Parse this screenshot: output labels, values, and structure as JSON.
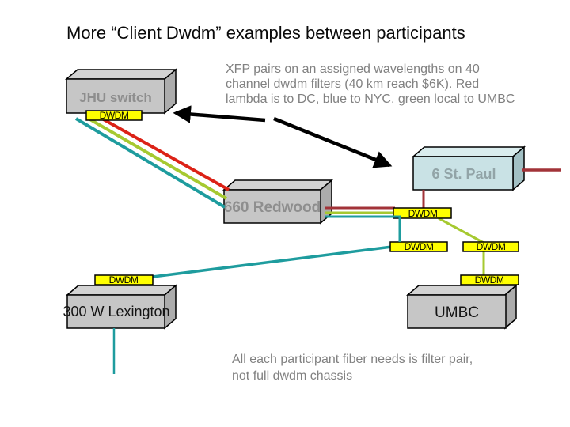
{
  "slide": {
    "title": "More “Client Dwdm” examples between participants"
  },
  "notes": {
    "xfp": "XFP pairs on an assigned wavelengths on 40\nchannel dwdm filters (40 km reach $6K).  Red\nlambda is to DC, blue to NYC, green local to UMBC",
    "filter_pair": "All each participant fiber needs is filter pair,\nnot full dwdm chassis"
  },
  "nodes": {
    "jhu_switch": {
      "label": "JHU switch"
    },
    "redwood": {
      "label": "660 Redwood"
    },
    "st_paul": {
      "label": "6 St. Paul"
    },
    "lexington": {
      "label": "300 W Lexington"
    },
    "umbc": {
      "label": "UMBC"
    }
  },
  "labels": {
    "dwdm": "DWDM"
  },
  "colors": {
    "teal": "#1E9C9E",
    "green": "#A6C930",
    "red": "#DC2217",
    "dark_red": "#A23338",
    "yellow": "#FFFF00",
    "black": "#000000"
  }
}
